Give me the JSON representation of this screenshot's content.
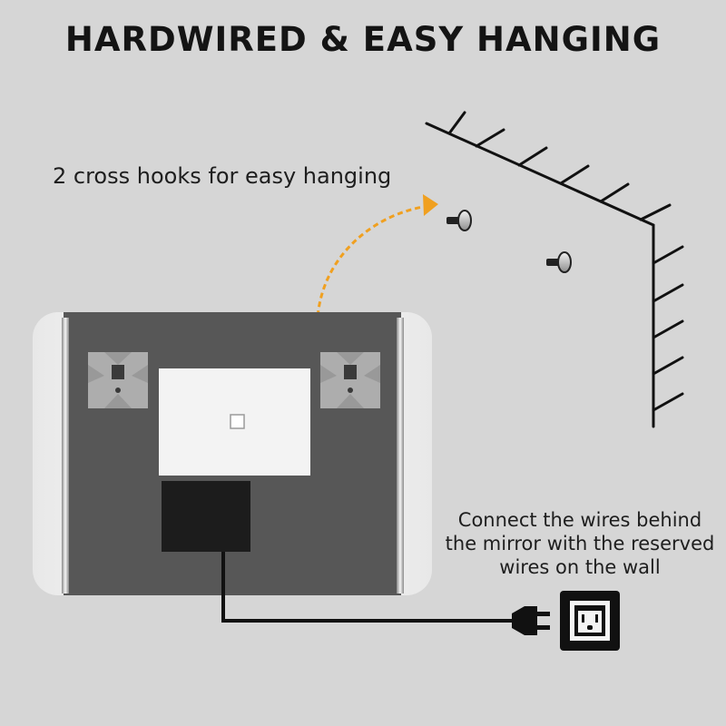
{
  "header": {
    "title": "HARDWIRED & EASY HANGING"
  },
  "callouts": {
    "hooks": "2 cross hooks for easy hanging",
    "wires_lines": [
      "Connect the wires behind",
      "the mirror with the reserved",
      "wires on the wall"
    ]
  },
  "colors": {
    "background": "#d6d6d6",
    "mirror_back": "#575757",
    "mirror_frame": "#f4f4f4",
    "arrow_accent": "#f0a020",
    "text": "#141414"
  },
  "icons": [
    "cross-hook-icon",
    "wall-screw-icon",
    "power-plug-icon",
    "wall-outlet-icon"
  ]
}
